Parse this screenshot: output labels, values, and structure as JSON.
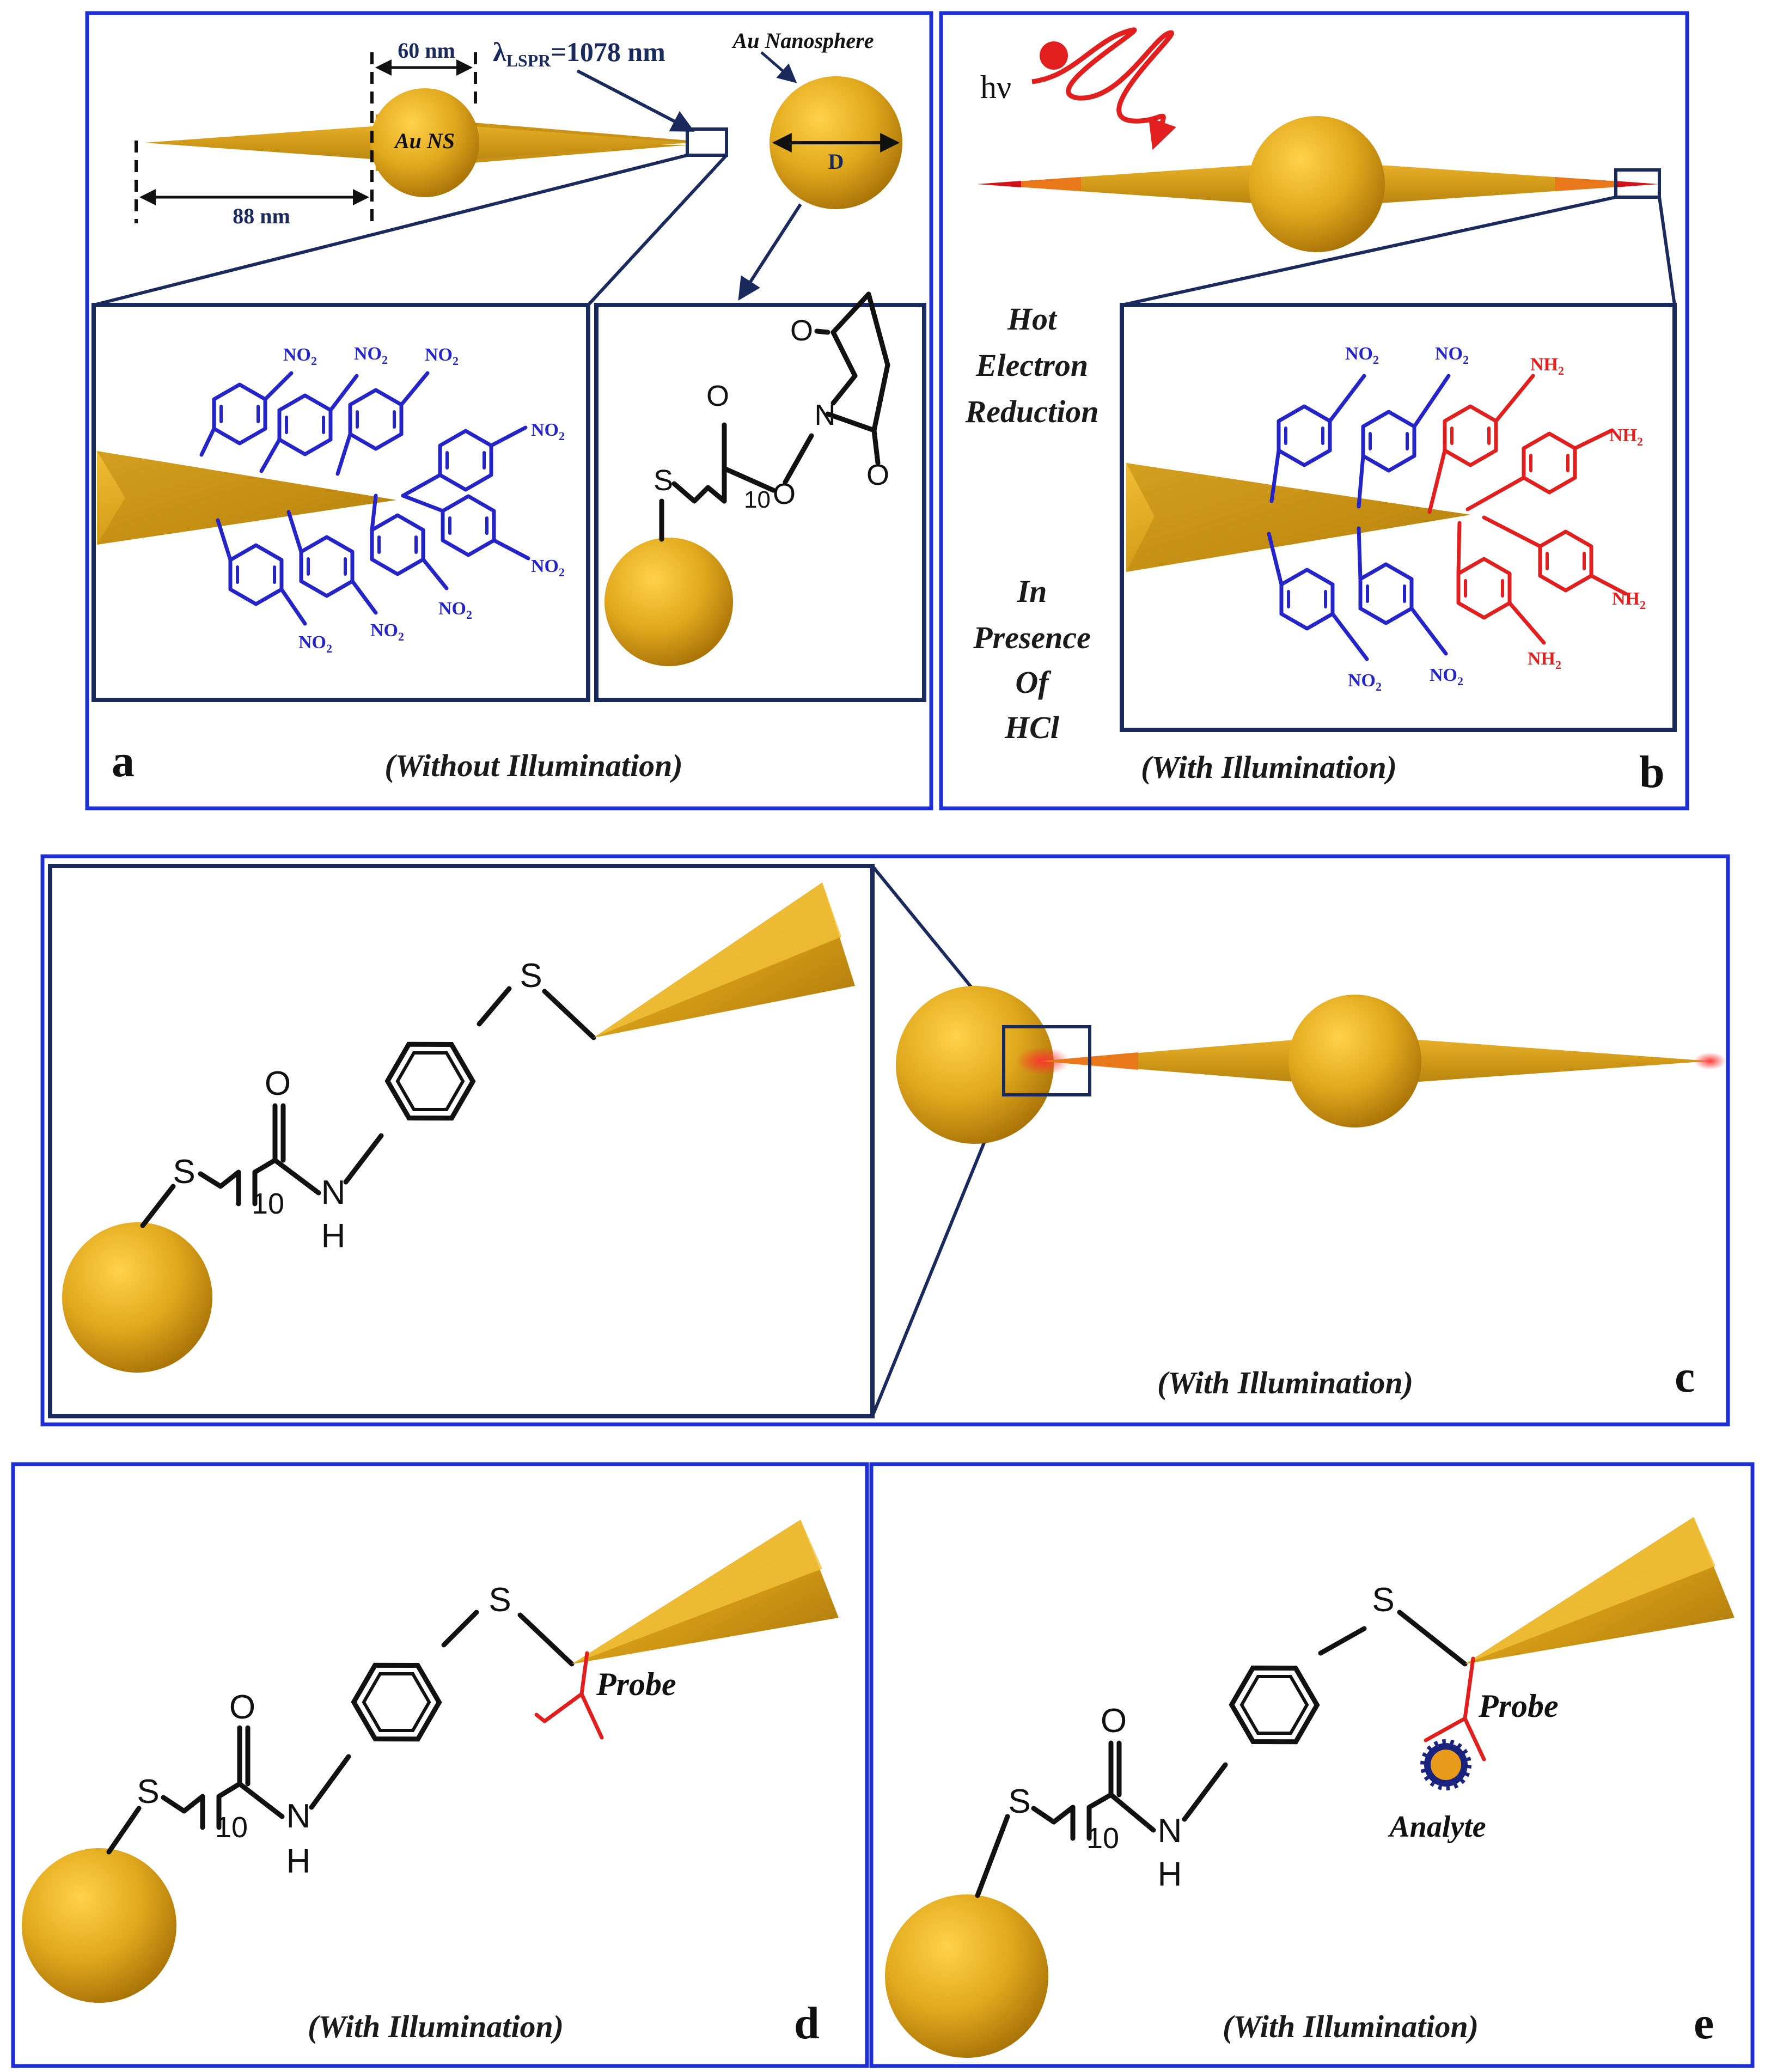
{
  "panels": {
    "a": {
      "letter": "a",
      "caption": "(Without Illumination)",
      "dim_width": "60 nm",
      "dim_length": "88 nm",
      "lspr_lambda": "λ",
      "lspr_sub": "LSPR",
      "lspr_value": "=1078 nm",
      "nanostar_label": "Au NS",
      "nanosphere_label": "Au Nanosphere",
      "diameter_label": "D",
      "group_label": "NO",
      "group_sub": "2",
      "linker": {
        "s": "S",
        "n": "N",
        "o": "O",
        "repeat": "10"
      }
    },
    "b": {
      "letter": "b",
      "caption": "(With Illumination)",
      "photon": "hν",
      "side_text_1": [
        "Hot",
        "Electron",
        "Reduction"
      ],
      "side_text_2": [
        "In",
        "Presence",
        "Of",
        "HCl"
      ],
      "group_no2": "NO",
      "group_nh2": "NH",
      "sub": "2"
    },
    "c": {
      "letter": "c",
      "caption": "(With Illumination)",
      "atoms": {
        "s1": "S",
        "s2": "S",
        "o": "O",
        "n": "N",
        "h": "H",
        "repeat": "10"
      }
    },
    "d": {
      "letter": "d",
      "caption": "(With Illumination)",
      "probe": "Probe",
      "atoms": {
        "s1": "S",
        "s2": "S",
        "o": "O",
        "n": "N",
        "h": "H",
        "repeat": "10"
      }
    },
    "e": {
      "letter": "e",
      "caption": "(With Illumination)",
      "probe": "Probe",
      "analyte": "Analyte",
      "atoms": {
        "s1": "S",
        "s2": "S",
        "o": "O",
        "n": "N",
        "h": "H",
        "repeat": "10"
      }
    }
  },
  "colors": {
    "panel_border": "#1f2fd6",
    "inset_border": "#1b2a5c",
    "gold": "#d9a21a",
    "nitro_group": "#2424c8",
    "amine_group": "#e21f1f"
  }
}
